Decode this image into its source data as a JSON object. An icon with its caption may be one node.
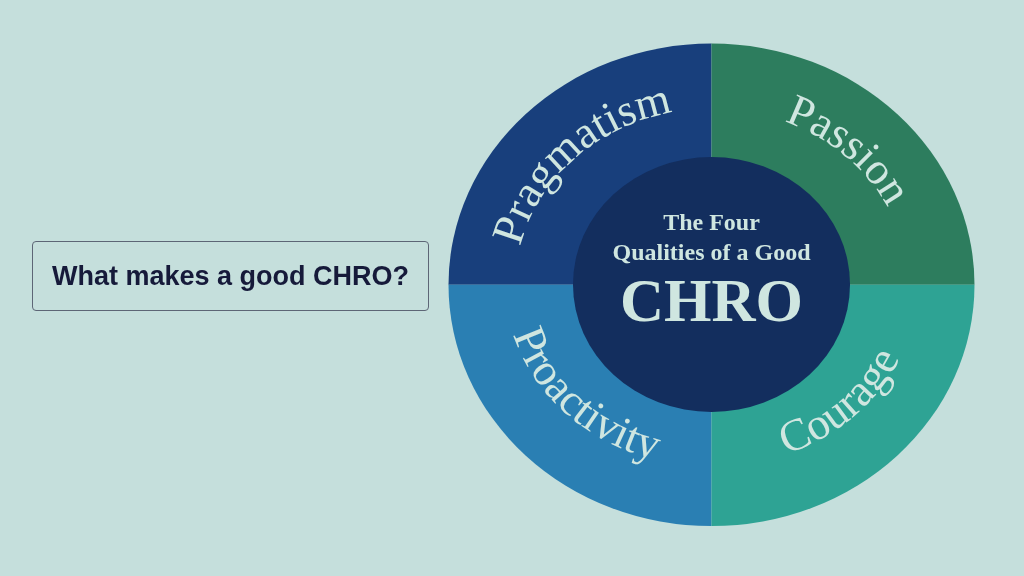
{
  "diagram": {
    "nodes": [
      {
        "text": [
          "What makes a good CHRO?"
        ]
      },
      {
        "text": [
          "The Four Qualities of a Good",
          "CHRO"
        ]
      },
      {
        "text": [
          "Pragmatism"
        ]
      },
      {
        "text": [
          "Passion"
        ]
      },
      {
        "text": [
          "Proactivity"
        ]
      },
      {
        "text": [
          "Courage"
        ]
      }
    ]
  }
}
